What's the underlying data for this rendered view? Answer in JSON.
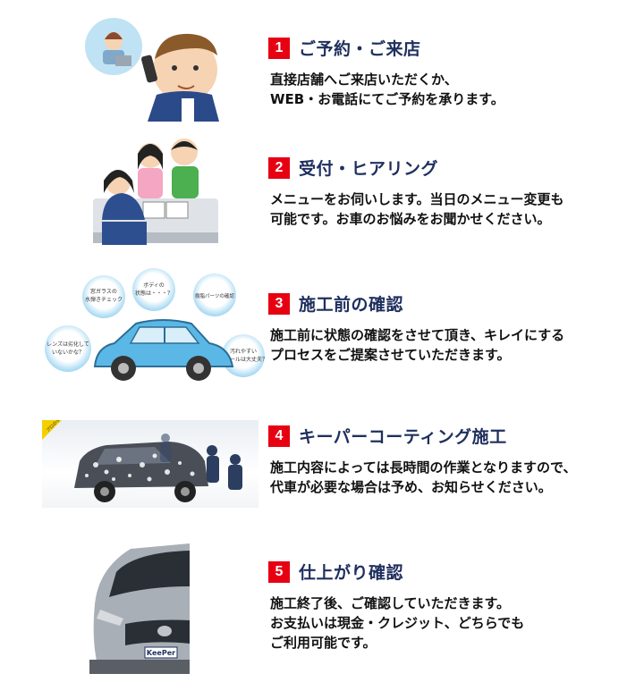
{
  "steps": [
    {
      "number": "1",
      "title": "ご予約・ご来店",
      "lines": [
        "直接店舗へご来店いただくか、",
        "WEB・お電話にてご予約を承ります。"
      ]
    },
    {
      "number": "2",
      "title": "受付・ヒアリング",
      "lines": [
        "メニューをお伺いします。当日のメニュー変更も",
        "可能です。お車のお悩みをお聞かせください。"
      ]
    },
    {
      "number": "3",
      "title": "施工前の確認",
      "lines": [
        "施工前に状態の確認をさせて頂き、キレイにする",
        "プロセスをご提案させていただきます。"
      ]
    },
    {
      "number": "4",
      "title": "キーパーコーティング施工",
      "lines": [
        "施工内容によっては長時間の作業となりますので、",
        "代車が必要な場合は予め、お知らせください。"
      ]
    },
    {
      "number": "5",
      "title": "仕上がり確認",
      "lines": [
        "施工終了後、ご確認していただきます。",
        "お支払いは現金・クレジット、どちらでも",
        "ご利用可能です。"
      ]
    }
  ],
  "illustration_text": {
    "bubble_window": "窓ガラスの水弾きチェック",
    "bubble_window_l1": "窓ガラスの",
    "bubble_window_l2": "水弾きチェック",
    "bubble_body_l1": "ボディの",
    "bubble_body_l2": "状態は・・・？",
    "bubble_resin": "樹脂パーツの確認",
    "bubble_lens_l1": "レンズは劣化して",
    "bubble_lens_l2": "いないかな？",
    "bubble_wheel_l1": "汚れやすい",
    "bubble_wheel_l2": "ホイールは大丈夫？",
    "ribbon": "プロの手洗い",
    "plate": "KeePer"
  },
  "colors": {
    "accent_red": "#e60012",
    "title_navy": "#1f2f5e",
    "car_blue": "#5bb8e6"
  }
}
